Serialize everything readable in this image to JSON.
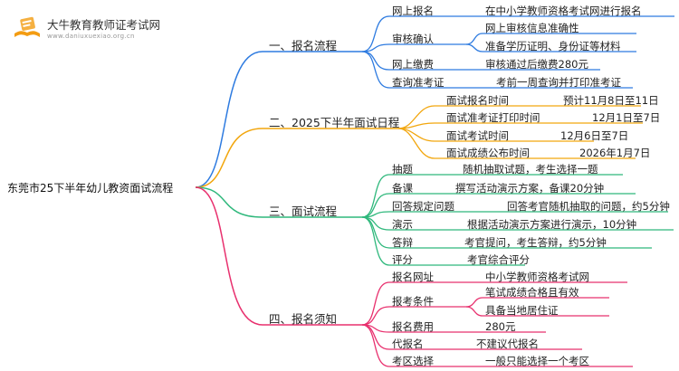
{
  "header": {
    "brand_name": "大牛教育教师证考试网",
    "brand_url": "www.daniuxuexiao.org.cn",
    "logo_icon": "open-book-pencil-icon"
  },
  "mindmap": {
    "root": "东莞市25下半年幼儿教资面试流程",
    "branches": [
      {
        "label": "一、报名流程",
        "color": "#2e7be0",
        "items": [
          {
            "label": "网上报名",
            "children": [
              "在中小学教师资格考试网进行报名"
            ]
          },
          {
            "label": "审核确认",
            "children": [
              "网上审核信息准确性",
              "准备学历证明、身份证等材料"
            ]
          },
          {
            "label": "网上缴费",
            "children": [
              "审核通过后缴费280元"
            ]
          },
          {
            "label": "查询准考证",
            "children": [
              "考前一周查询并打印准考证"
            ]
          }
        ]
      },
      {
        "label": "二、2025下半年面试日程",
        "color": "#f2a60d",
        "items": [
          {
            "label": "面试报名时间",
            "children": [
              "预计11月8日至11日"
            ]
          },
          {
            "label": "面试准考证打印时间",
            "children": [
              "12月1日至7日"
            ]
          },
          {
            "label": "面试考试时间",
            "children": [
              "12月6日至7日"
            ]
          },
          {
            "label": "面试成绩公布时间",
            "children": [
              "2026年1月7日"
            ]
          }
        ]
      },
      {
        "label": "三、面试流程",
        "color": "#2fb87c",
        "items": [
          {
            "label": "抽题",
            "children": [
              "随机抽取试题，考生选择一题"
            ]
          },
          {
            "label": "备课",
            "children": [
              "撰写活动演示方案，备课20分钟"
            ]
          },
          {
            "label": "回答规定问题",
            "children": [
              "回答考官随机抽取的问题，约5分钟"
            ]
          },
          {
            "label": "演示",
            "children": [
              "根据活动演示方案进行演示，10分钟"
            ]
          },
          {
            "label": "答辩",
            "children": [
              "考官提问，考生答辩，约5分钟"
            ]
          },
          {
            "label": "评分",
            "children": [
              "考官综合评分"
            ]
          }
        ]
      },
      {
        "label": "四、报名须知",
        "color": "#e8306e",
        "items": [
          {
            "label": "报名网址",
            "children": [
              "中小学教师资格考试网"
            ]
          },
          {
            "label": "报考条件",
            "children": [
              "笔试成绩合格且有效",
              "具备当地居住证"
            ]
          },
          {
            "label": "报名费用",
            "children": [
              "280元"
            ]
          },
          {
            "label": "代报名",
            "children": [
              "不建议代报名"
            ]
          },
          {
            "label": "考区选择",
            "children": [
              "一般只能选择一个考区"
            ]
          }
        ]
      }
    ]
  }
}
